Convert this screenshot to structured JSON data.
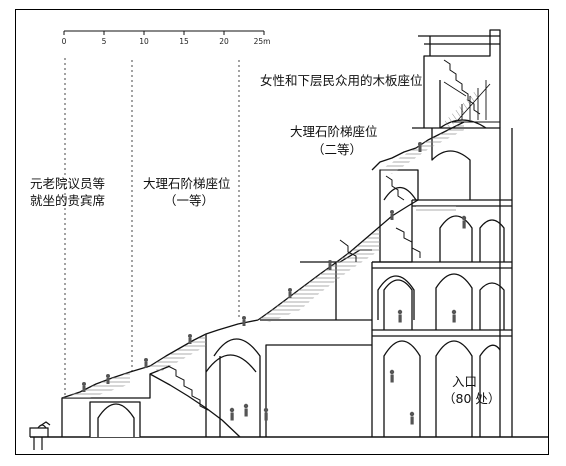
{
  "scale": {
    "ticks": [
      "0",
      "5",
      "10",
      "15",
      "20",
      "25m"
    ]
  },
  "labels": {
    "senator_line1": "元老院议员等",
    "senator_line2": "就坐的贵宾席",
    "marble1_line1": "大理石阶梯座位",
    "marble1_line2": "（一等）",
    "marble2_line1": "大理石阶梯座位",
    "marble2_line2": "（二等）",
    "wooden": "女性和下层民众用的木板座位",
    "entrance_line1": "入口",
    "entrance_line2": "（80 处）"
  },
  "colors": {
    "ink": "#111111",
    "paper": "#ffffff",
    "hatch": "#9a9a9a"
  }
}
